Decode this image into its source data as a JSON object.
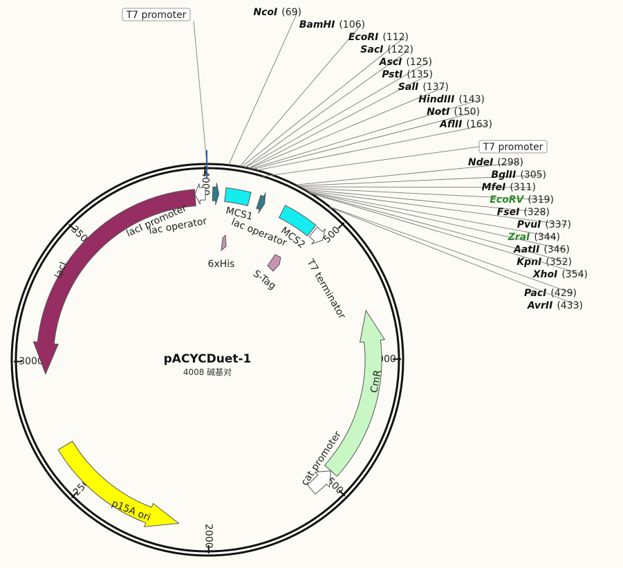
{
  "plasmid": {
    "name": "pACYCDuet-1",
    "length": 4008,
    "size_label": "4008 碱基对"
  },
  "ticks": [
    {
      "bp": 500,
      "label": "500"
    },
    {
      "bp": 1000,
      "label": "1000"
    },
    {
      "bp": 1500,
      "label": "1500"
    },
    {
      "bp": 2000,
      "label": "2000"
    },
    {
      "bp": 2500,
      "label": "2500"
    },
    {
      "bp": 3000,
      "label": "3000"
    },
    {
      "bp": 3500,
      "label": "3500"
    },
    {
      "bp": 4000,
      "label": "4000"
    }
  ],
  "features": [
    {
      "id": "laci",
      "label": "lacI",
      "start": 3960,
      "end": 2950,
      "strand": -1,
      "color": "#962d63",
      "label_color": "#ffffff"
    },
    {
      "id": "laci-promoter",
      "label": "lacI promoter",
      "start": 4000,
      "end": 3960,
      "strand": -1,
      "color": "#ffffff"
    },
    {
      "id": "lac-operator-1",
      "label": "lac operator",
      "start": 20,
      "end": 44,
      "strand": 1,
      "color": "#2e7b8c"
    },
    {
      "id": "mcs1",
      "label": "MCS1",
      "start": 69,
      "end": 163,
      "strand": 0,
      "color": "#15ecef"
    },
    {
      "id": "lac-operator-2",
      "label": "lac operator",
      "start": 200,
      "end": 224,
      "strand": 1,
      "color": "#2e7b8c"
    },
    {
      "id": "mcs2",
      "label": "MCS2",
      "start": 298,
      "end": 433,
      "strand": 0,
      "color": "#15ecef"
    },
    {
      "id": "t7-terminator",
      "label": "T7 terminator",
      "start": 441,
      "end": 489,
      "strand": 1,
      "color": "#ffffff"
    },
    {
      "id": "cmr",
      "label": "CmR",
      "start": 1469,
      "end": 810,
      "strand": -1,
      "color": "#c8f7c5"
    },
    {
      "id": "cat-promoter",
      "label": "cat promoter",
      "start": 1573,
      "end": 1470,
      "strand": -1,
      "color": "#ffffff"
    },
    {
      "id": "p15a-ori",
      "label": "p15A ori",
      "start": 2660,
      "end": 2115,
      "strand": -1,
      "color": "#ffff00"
    },
    {
      "id": "6xhis",
      "label": "6xHis",
      "start": 100,
      "end": 118,
      "strand": 1,
      "color": "#c893b0"
    },
    {
      "id": "s-tag",
      "label": "S-Tag",
      "start": 215,
      "end": 260,
      "strand": 1,
      "color": "#c893b0"
    }
  ],
  "promoters_boxed": [
    {
      "id": "t7-promoter-1",
      "label": "T7 promoter",
      "bp": 4008
    },
    {
      "id": "t7-promoter-2",
      "label": "T7 promoter",
      "bp": 160
    }
  ],
  "enzymes": [
    {
      "name": "NcoI",
      "pos": 69,
      "pos_label": "(69)",
      "color": "#111111"
    },
    {
      "name": "BamHI",
      "pos": 106,
      "pos_label": "(106)",
      "color": "#111111"
    },
    {
      "name": "EcoRI",
      "pos": 112,
      "pos_label": "(112)",
      "color": "#111111"
    },
    {
      "name": "SacI",
      "pos": 122,
      "pos_label": "(122)",
      "color": "#111111"
    },
    {
      "name": "AscI",
      "pos": 125,
      "pos_label": "(125)",
      "color": "#111111"
    },
    {
      "name": "PstI",
      "pos": 135,
      "pos_label": "(135)",
      "color": "#111111"
    },
    {
      "name": "SalI",
      "pos": 137,
      "pos_label": "(137)",
      "color": "#111111"
    },
    {
      "name": "HindIII",
      "pos": 143,
      "pos_label": "(143)",
      "color": "#111111"
    },
    {
      "name": "NotI",
      "pos": 150,
      "pos_label": "(150)",
      "color": "#111111"
    },
    {
      "name": "AflII",
      "pos": 163,
      "pos_label": "(163)",
      "color": "#111111"
    },
    {
      "name": "NdeI",
      "pos": 298,
      "pos_label": "(298)",
      "color": "#111111"
    },
    {
      "name": "BglII",
      "pos": 305,
      "pos_label": "(305)",
      "color": "#111111"
    },
    {
      "name": "MfeI",
      "pos": 311,
      "pos_label": "(311)",
      "color": "#111111"
    },
    {
      "name": "EcoRV",
      "pos": 319,
      "pos_label": "(319)",
      "color": "#2a8a2a"
    },
    {
      "name": "FseI",
      "pos": 328,
      "pos_label": "(328)",
      "color": "#111111"
    },
    {
      "name": "PvuI",
      "pos": 337,
      "pos_label": "(337)",
      "color": "#111111"
    },
    {
      "name": "ZraI",
      "pos": 344,
      "pos_label": "(344)",
      "color": "#2a8a2a"
    },
    {
      "name": "AatII",
      "pos": 346,
      "pos_label": "(346)",
      "color": "#111111"
    },
    {
      "name": "KpnI",
      "pos": 352,
      "pos_label": "(352)",
      "color": "#111111"
    },
    {
      "name": "XhoI",
      "pos": 354,
      "pos_label": "(354)",
      "color": "#111111"
    },
    {
      "name": "PacI",
      "pos": 429,
      "pos_label": "(429)",
      "color": "#111111"
    },
    {
      "name": "AvrII",
      "pos": 433,
      "pos_label": "(433)",
      "color": "#111111"
    }
  ]
}
